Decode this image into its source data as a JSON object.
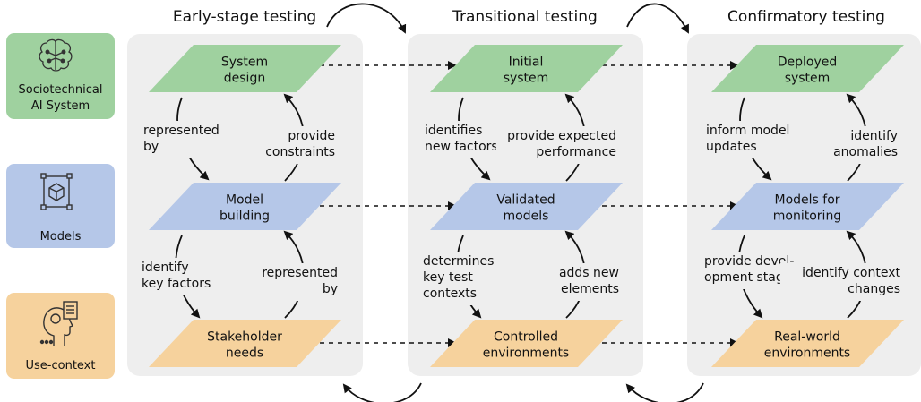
{
  "colors": {
    "green": "#9fd19f",
    "blue": "#b5c7e8",
    "orange": "#f6d29d",
    "panel": "#eeeeee"
  },
  "sidebar": {
    "system": {
      "line1": "Sociotechnical",
      "line2": "AI System",
      "icon": "neural-brain-icon"
    },
    "models": {
      "label": "Models",
      "icon": "model-cube-icon"
    },
    "context": {
      "label": "Use-context",
      "icon": "person-head-icon"
    }
  },
  "stages": [
    {
      "title": "Early-stage testing",
      "top": [
        "System",
        "design"
      ],
      "mid": [
        "Model",
        "building"
      ],
      "bot": [
        "Stakeholder",
        "needs"
      ],
      "left_upper": [
        "represented",
        "by"
      ],
      "right_upper": [
        "provide",
        "constraints"
      ],
      "left_lower": [
        "identify",
        "key factors"
      ],
      "right_lower": [
        "represented",
        "by"
      ]
    },
    {
      "title": "Transitional testing",
      "top": [
        "Initial",
        "system"
      ],
      "mid": [
        "Validated",
        "models"
      ],
      "bot": [
        "Controlled",
        "environments"
      ],
      "left_upper": [
        "identifies",
        "new factors"
      ],
      "right_upper": [
        "provide expected",
        "performance"
      ],
      "left_lower": [
        "determines",
        "key test",
        "contexts"
      ],
      "right_lower": [
        "adds new",
        "elements"
      ]
    },
    {
      "title": "Confirmatory testing",
      "top": [
        "Deployed",
        "system"
      ],
      "mid": [
        "Models for",
        "monitoring"
      ],
      "bot": [
        "Real-world",
        "environments"
      ],
      "left_upper": [
        "inform model",
        "updates"
      ],
      "right_upper": [
        "identify",
        "anomalies"
      ],
      "left_lower": [
        "provide devel-",
        "opment stages"
      ],
      "right_lower": [
        "identify context",
        "changes"
      ]
    }
  ]
}
